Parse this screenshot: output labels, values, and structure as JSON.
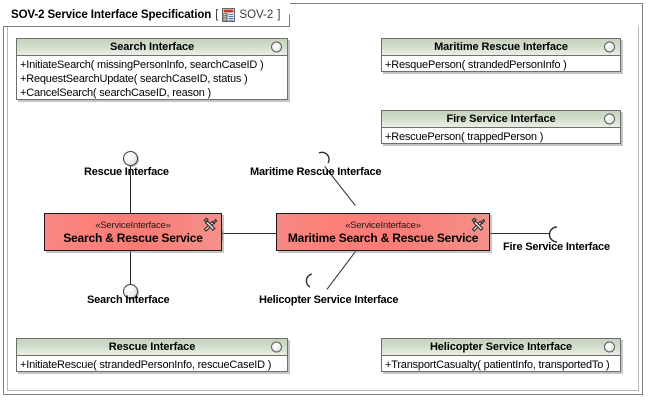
{
  "frame": {
    "title": "SOV-2 Service Interface Specification",
    "bracket_open": "[",
    "bracket_close": "]",
    "ref_name": "SOV-2",
    "ref_icon": "matrix-document-icon"
  },
  "interfaces": [
    {
      "id": "search-interface",
      "title": "Search Interface",
      "ball_icon": "provided-interface-ball-icon",
      "operations": [
        "+InitiateSearch( missingPersonInfo, searchCaseID )",
        "+RequestSearchUpdate( searchCaseID, status )",
        "+CancelSearch( searchCaseID, reason )"
      ]
    },
    {
      "id": "maritime-rescue-interface",
      "title": "Maritime Rescue Interface",
      "ball_icon": "provided-interface-ball-icon",
      "operations": [
        "+ResquePerson( strandedPersonInfo )"
      ]
    },
    {
      "id": "fire-service-interface",
      "title": "Fire Service Interface",
      "ball_icon": "provided-interface-ball-icon",
      "operations": [
        "+RescuePerson( trappedPerson )"
      ]
    },
    {
      "id": "rescue-interface",
      "title": "Rescue Interface",
      "ball_icon": "provided-interface-ball-icon",
      "operations": [
        "+InitiateRescue( strandedPersonInfo, rescueCaseID )"
      ]
    },
    {
      "id": "helicopter-service-interface",
      "title": "Helicopter Service Interface",
      "ball_icon": "provided-interface-ball-icon",
      "operations": [
        "+TransportCasualty( patientInfo, transportedTo )"
      ]
    }
  ],
  "services": [
    {
      "id": "search-and-rescue-service",
      "stereotype": "«ServiceInterface»",
      "name": "Search & Rescue Service",
      "tools_icon": "hammer-and-wrench-icon"
    },
    {
      "id": "maritime-search-and-rescue-service",
      "stereotype": "«ServiceInterface»",
      "name": "Maritime Search & Rescue Service",
      "tools_icon": "hammer-and-wrench-icon"
    }
  ],
  "connector_labels": {
    "rescue_interface": "Rescue Interface",
    "search_interface": "Search Interface",
    "maritime_rescue_interface": "Maritime Rescue Interface",
    "helicopter_service_interface": "Helicopter Service Interface",
    "fire_service_interface": "Fire Service Interface"
  },
  "colors": {
    "interface_header_top": "#c5d3bd",
    "interface_header_bottom": "#e9efe6",
    "service_fill": "#fb7b75",
    "frame_border": "#808080",
    "line": "#2b2b2b",
    "canvas": "#ffffff"
  }
}
